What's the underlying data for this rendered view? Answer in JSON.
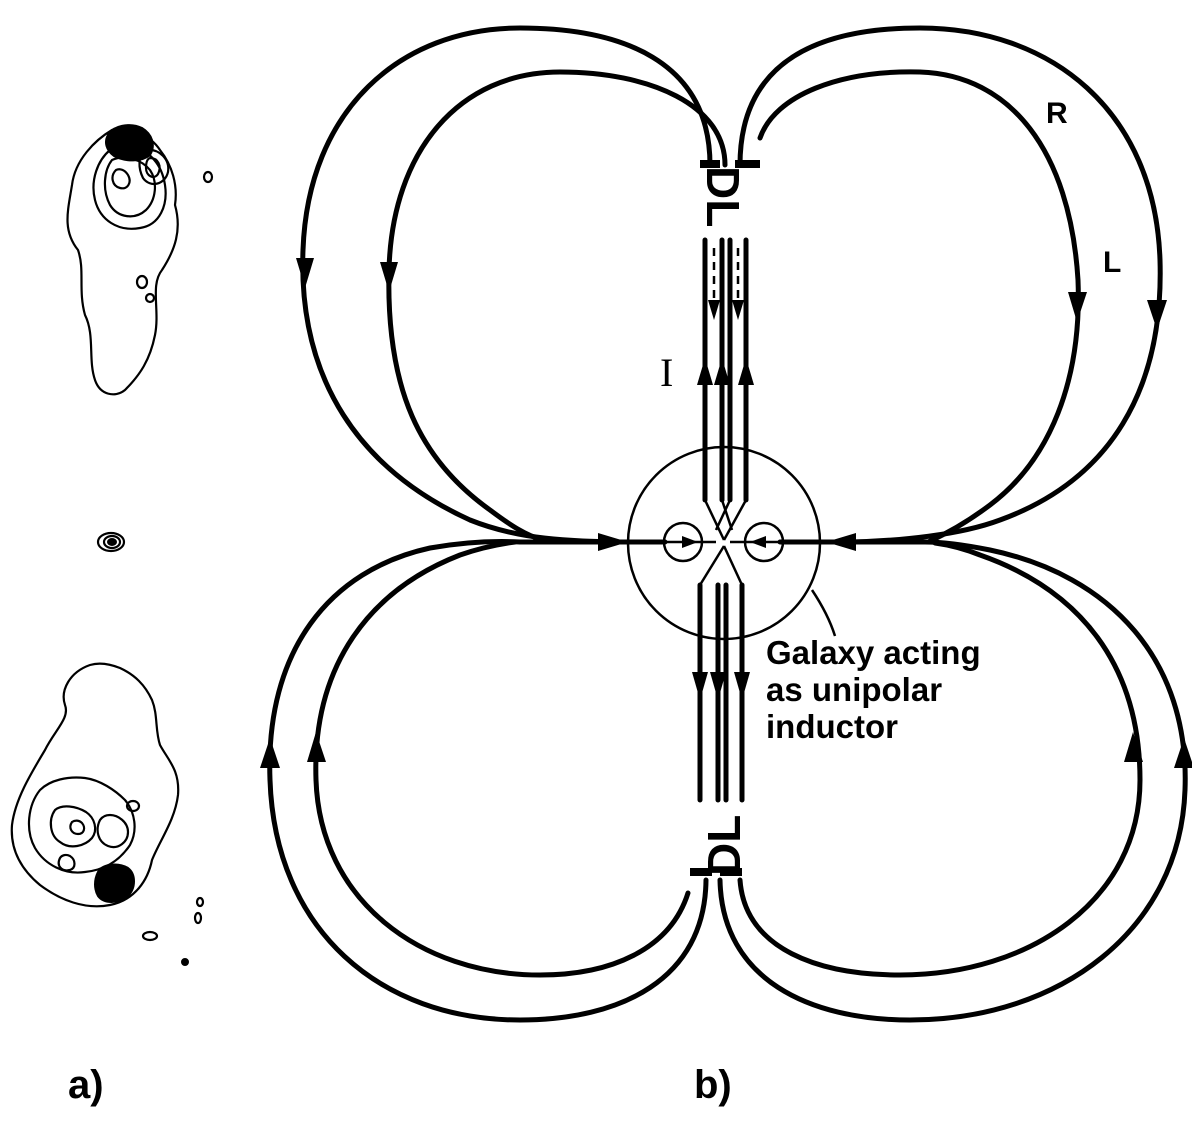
{
  "panels": {
    "a_label": "a)",
    "b_label": "b)"
  },
  "labels": {
    "top_R": "R",
    "top_L": "L",
    "current_I": "I",
    "dl_top": "DL",
    "dl_bottom": "DL",
    "galaxy_caption_line1": "Galaxy acting",
    "galaxy_caption_line2": "as unipolar",
    "galaxy_caption_line3": "inductor"
  }
}
